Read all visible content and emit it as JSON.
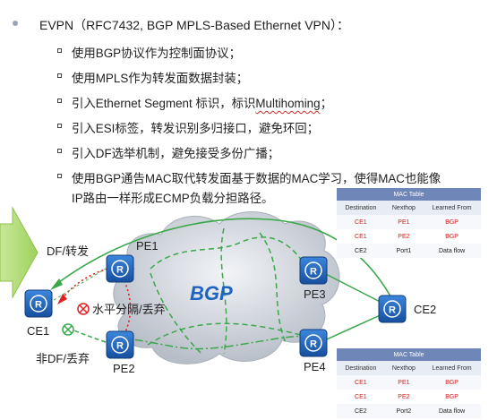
{
  "text": {
    "line0": "EVPN（RFC7432, BGP MPLS-Based Ethernet VPN）：",
    "line1": "使用BGP协议作为控制面协议；",
    "line2": "使用MPLS作为转发面数据封装；",
    "line3_a": "引入Ethernet Segment 标识，标识",
    "line3_b": "Multihoming",
    "line3_c": "；",
    "line4": "引入ESI标签，转发识别多归接口，避免环回；",
    "line5": "引入DF选举机制，避免接受多份广播；",
    "line6": "使用BGP通告MAC取代转发面基于数据的MAC学习，使得MAC也能像",
    "line7": "IP路由一样形成ECMP负载分担路径。"
  },
  "diagram": {
    "cloud_label": "BGP",
    "nodes": {
      "pe1": "PE1",
      "pe2": "PE2",
      "pe3": "PE3",
      "pe4": "PE4",
      "ce1": "CE1",
      "ce2": "CE2"
    },
    "labels": {
      "df_forward": "DF/转发",
      "non_df_drop": "非DF/丢弃",
      "split_horizon": "水平分隔/丢弃"
    },
    "colors": {
      "router": "#1f63c0",
      "cloud": "#c9ced6",
      "green_line": "#3aa84a",
      "red_line": "#e02020",
      "arrow_fill": "#b9e07e"
    }
  },
  "mac_table_1": {
    "title": "MAC Table",
    "headers": [
      "Destination",
      "Nexthop",
      "Learned From"
    ],
    "rows": [
      [
        "CE1",
        "PE1",
        "BGP"
      ],
      [
        "CE1",
        "PE2",
        "BGP"
      ],
      [
        "CE2",
        "Port1",
        "Data flow"
      ]
    ]
  },
  "mac_table_2": {
    "title": "MAC Table",
    "headers": [
      "Destination",
      "Nexthop",
      "Learned From"
    ],
    "rows": [
      [
        "CE1",
        "PE1",
        "BGP"
      ],
      [
        "CE1",
        "PE2",
        "BGP"
      ],
      [
        "CE2",
        "Port2",
        "Data flow"
      ]
    ]
  }
}
